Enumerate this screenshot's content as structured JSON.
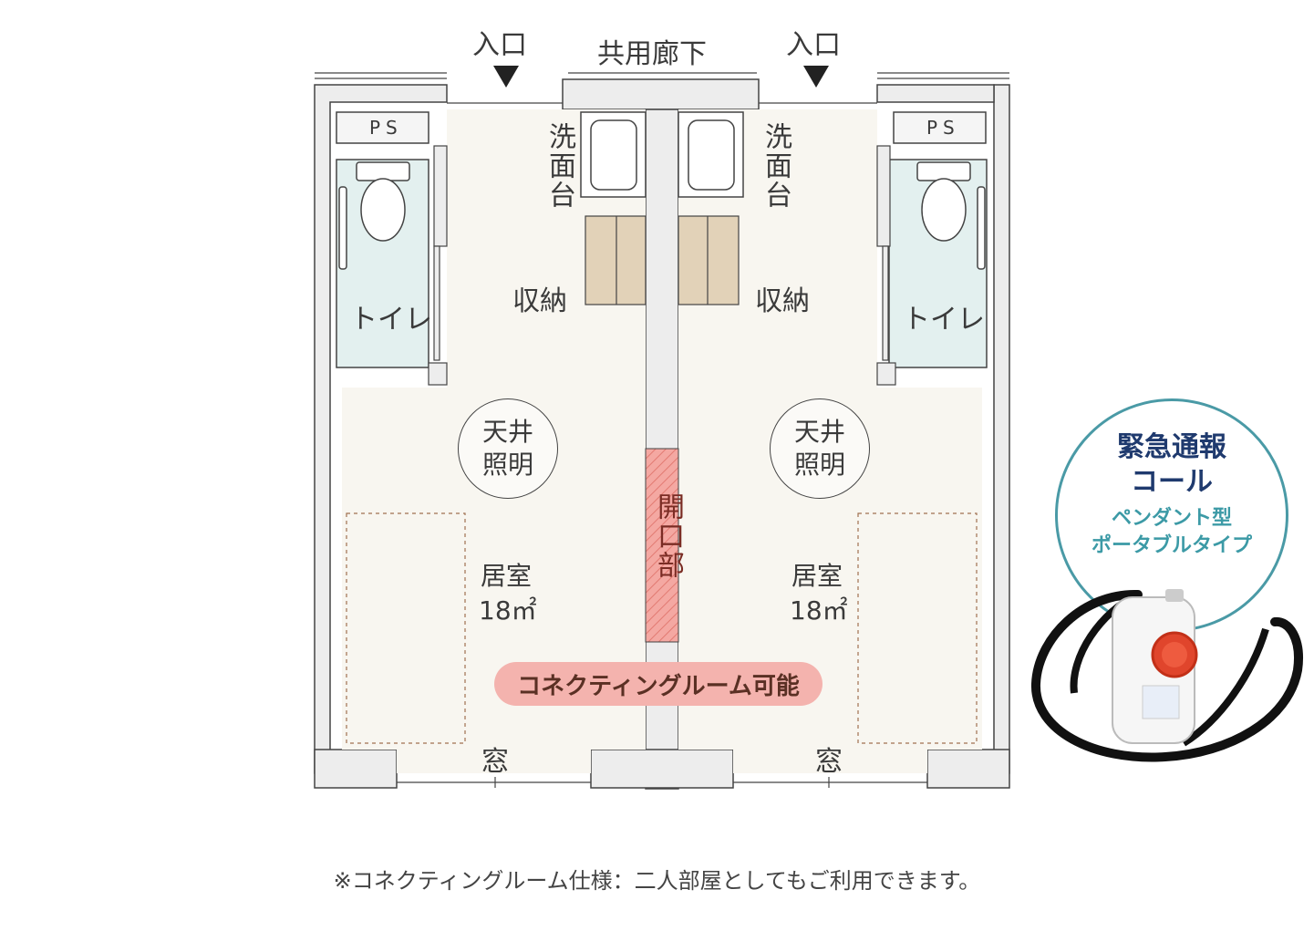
{
  "labels": {
    "corridor": "共用廊下",
    "entrance_left": "入口",
    "entrance_right": "入口",
    "ps_left": "PS",
    "ps_right": "PS",
    "washbasin_left": "洗面台",
    "washbasin_right": "洗面台",
    "storage_left": "収納",
    "storage_right": "収納",
    "toilet_left": "トイレ",
    "toilet_right": "トイレ",
    "ceiling_light_left_1": "天井",
    "ceiling_light_left_2": "照明",
    "ceiling_light_right_1": "天井",
    "ceiling_light_right_2": "照明",
    "opening": "開口部",
    "room_left_name": "居室",
    "room_left_area": "18㎡",
    "room_right_name": "居室",
    "room_right_area": "18㎡",
    "window_left": "窓",
    "window_right": "窓",
    "connecting": "コネクティングルーム可能"
  },
  "badge": {
    "line1": "緊急通報",
    "line2": "コール",
    "line3": "ペンダント型",
    "line4": "ポータブルタイプ"
  },
  "footnote": "※コネクティングルーム仕様：二人部屋としてもご利用できます。",
  "colors": {
    "wall": "#eeeeee",
    "floor": "#f8f6f0",
    "toilet": "#e3f0ef",
    "storage": "#e2d2b8",
    "opening": "#f3a09a",
    "badge_border": "#4a9aa6",
    "badge_title": "#1f3a6e",
    "badge_sub": "#3c9aa6"
  },
  "icons": [
    "toilet-icon",
    "washbasin-icon",
    "down-arrow-icon",
    "pendant-call-icon"
  ]
}
